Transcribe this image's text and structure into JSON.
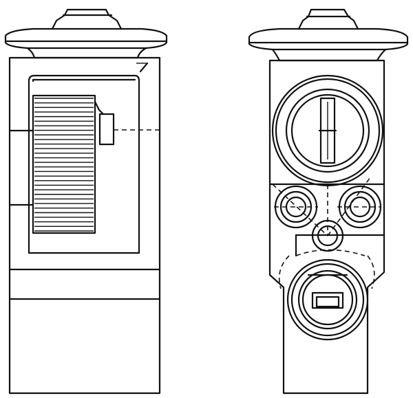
{
  "figure": {
    "views": [
      {
        "name": "side-view",
        "fin_count": 30
      },
      {
        "name": "front-view",
        "port_count": 4
      }
    ],
    "colors": {
      "line": "#111111",
      "background": "#ffffff"
    }
  }
}
